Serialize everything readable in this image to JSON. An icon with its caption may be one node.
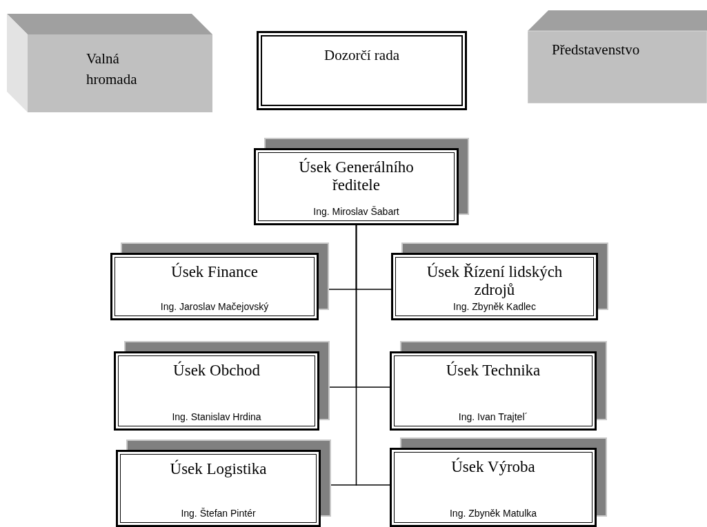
{
  "diagram": {
    "nodes": [
      {
        "text": [
          "Valná hromada"
        ]
      },
      {
        "text": [
          "Dozorčí rada"
        ]
      },
      {
        "text": [
          "Představenstvo"
        ]
      },
      {
        "text": [
          "Úsek Generálního ředitele",
          "Ing. Miroslav Šabart"
        ]
      },
      {
        "text": [
          "Úsek Finance",
          "Ing. Jaroslav Mačejovský"
        ]
      },
      {
        "text": [
          "Úsek Řízení lidských zdrojů",
          "Ing. Zbyněk Kadlec"
        ]
      },
      {
        "text": [
          "Úsek Obchod",
          "Ing. Stanislav Hrdina"
        ]
      },
      {
        "text": [
          "Úsek Technika",
          "Ing. Ivan Trajtel´"
        ]
      },
      {
        "text": [
          "Úsek Logistika",
          "Ing. Štefan Pintér"
        ]
      },
      {
        "text": [
          "Úsek Výroba",
          "Ing. Zbyněk Matulka"
        ]
      }
    ],
    "edges": [
      {
        "from": 3,
        "to": 4,
        "arrow": "none"
      },
      {
        "from": 3,
        "to": 5,
        "arrow": "none"
      },
      {
        "from": 3,
        "to": 6,
        "arrow": "none"
      },
      {
        "from": 3,
        "to": 7,
        "arrow": "none"
      },
      {
        "from": 3,
        "to": 8,
        "arrow": "none"
      },
      {
        "from": 3,
        "to": 9,
        "arrow": "none"
      }
    ]
  }
}
